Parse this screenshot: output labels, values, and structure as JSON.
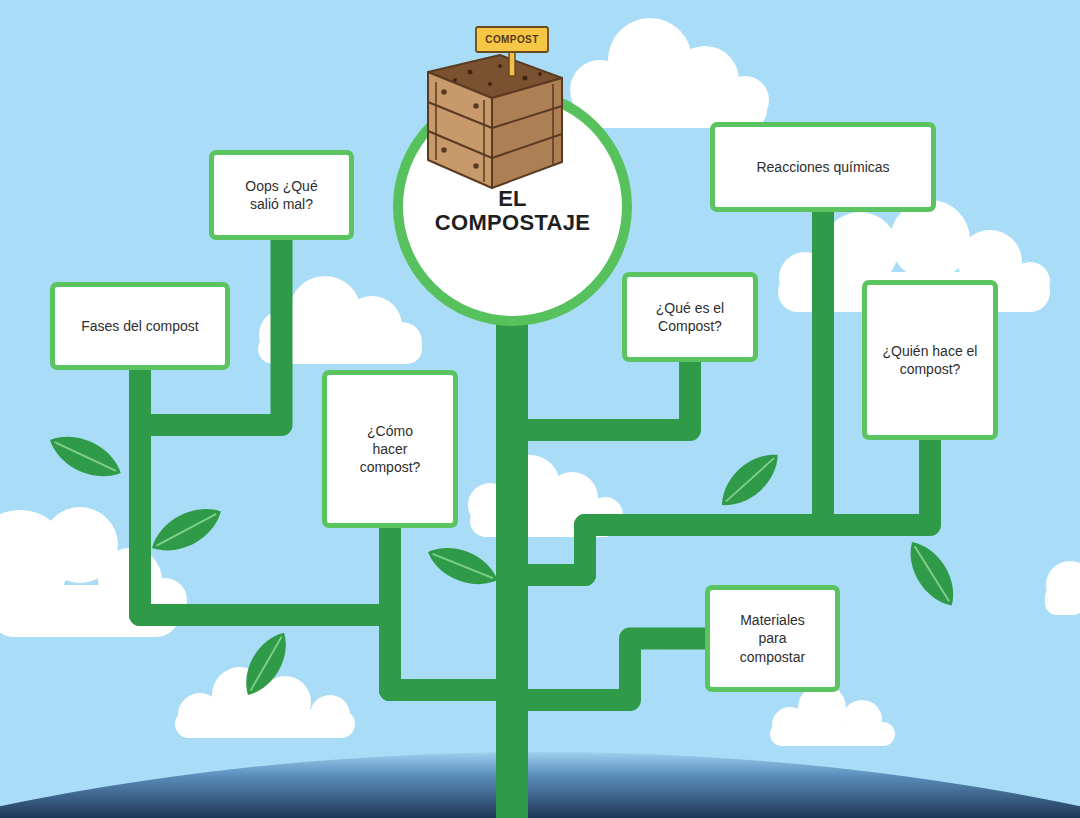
{
  "diagram": {
    "nodes": [
      {
        "text": [
          "EL COMPOSTAJE"
        ]
      },
      {
        "text": [
          "Oops ¿Qué salió mal?"
        ]
      },
      {
        "text": [
          "Fases del compost"
        ]
      },
      {
        "text": [
          "¿Cómo hacer compost?"
        ]
      },
      {
        "text": [
          "¿Qué es el Compost?"
        ]
      },
      {
        "text": [
          "Reacciones químicas"
        ]
      },
      {
        "text": [
          "¿Quién hace el compost?"
        ]
      },
      {
        "text": [
          "Materiales para compostar"
        ]
      }
    ],
    "edges": [
      {
        "from": 0,
        "to": 1,
        "arrow": "none"
      },
      {
        "from": 0,
        "to": 2,
        "arrow": "none"
      },
      {
        "from": 0,
        "to": 3,
        "arrow": "none"
      },
      {
        "from": 0,
        "to": 4,
        "arrow": "none"
      },
      {
        "from": 0,
        "to": 5,
        "arrow": "none"
      },
      {
        "from": 0,
        "to": 6,
        "arrow": "none"
      },
      {
        "from": 0,
        "to": 7,
        "arrow": "none"
      }
    ],
    "labels": [
      "COMPOST"
    ]
  }
}
